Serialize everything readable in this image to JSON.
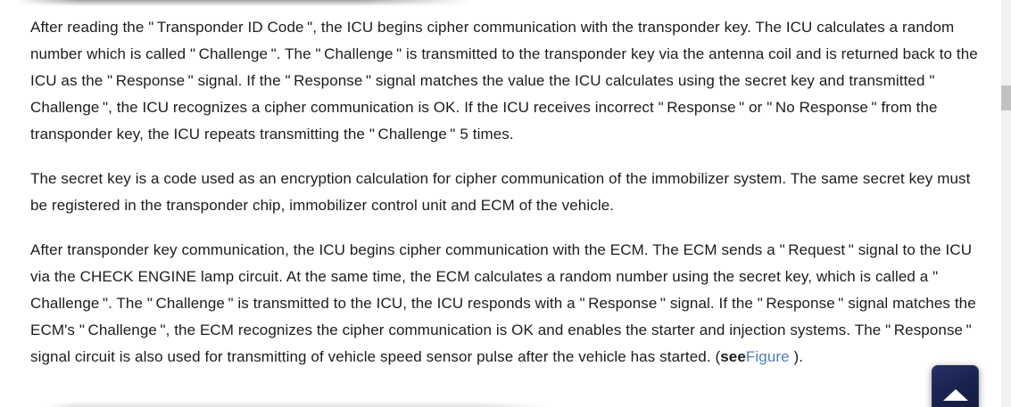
{
  "page": {
    "colors": {
      "text": "#1c1c1e",
      "link": "#4d7fb8",
      "button": "#1a2450",
      "arrow": "#ffffff",
      "scroll_track": "#f1f1f1",
      "scroll_thumb": "#c1c1c1",
      "background": "#ffffff"
    }
  },
  "content": {
    "paragraphs": [
      {
        "segments": [
          {
            "style": "normal",
            "text": "After reading the \" Transponder ID Code \", the ICU begins cipher communication with the transponder key. The ICU calculates a random number which is called \" Challenge \". The \" Challenge \" is transmitted to the transponder key via the antenna coil and is returned back to the ICU as the \" Response \" signal. If the \" Response \" signal matches the value the ICU calculates using the secret key and transmitted \" Challenge \", the ICU recognizes a cipher communication is OK. If the ICU receives incorrect \" Response \" or \" No Response \" from the transponder key, the ICU repeats transmitting the \" Challenge \" 5 times."
          }
        ]
      },
      {
        "segments": [
          {
            "style": "normal",
            "text": "The secret key is a code used as an encryption calculation for cipher communication of the immobilizer system. The same secret key must be registered in the transponder chip, immobilizer control unit and ECM of the vehicle."
          }
        ]
      },
      {
        "segments": [
          {
            "style": "normal",
            "text": "After transponder key communication, the ICU begins cipher communication with the ECM. The ECM sends a \" Request \" signal to the ICU via the CHECK ENGINE lamp circuit. At the same time, the ECM calculates a random number using the secret key, which is called a \" Challenge \". The \" Challenge \" is transmitted to the ICU, the ICU responds with a \" Response \" signal. If the \" Response \" signal matches the ECM's \" Challenge \", the ECM recognizes the cipher communication is OK and enables the starter and injection systems. The \" Response \" signal circuit is also used for transmitting of vehicle speed sensor pulse after the vehicle has started. ("
          },
          {
            "style": "bold",
            "text": "see"
          },
          {
            "style": "link",
            "text": "Figure"
          },
          {
            "style": "normal",
            "text": " )."
          }
        ]
      }
    ]
  },
  "back_to_top": {
    "icon": "up-triangle-icon"
  }
}
